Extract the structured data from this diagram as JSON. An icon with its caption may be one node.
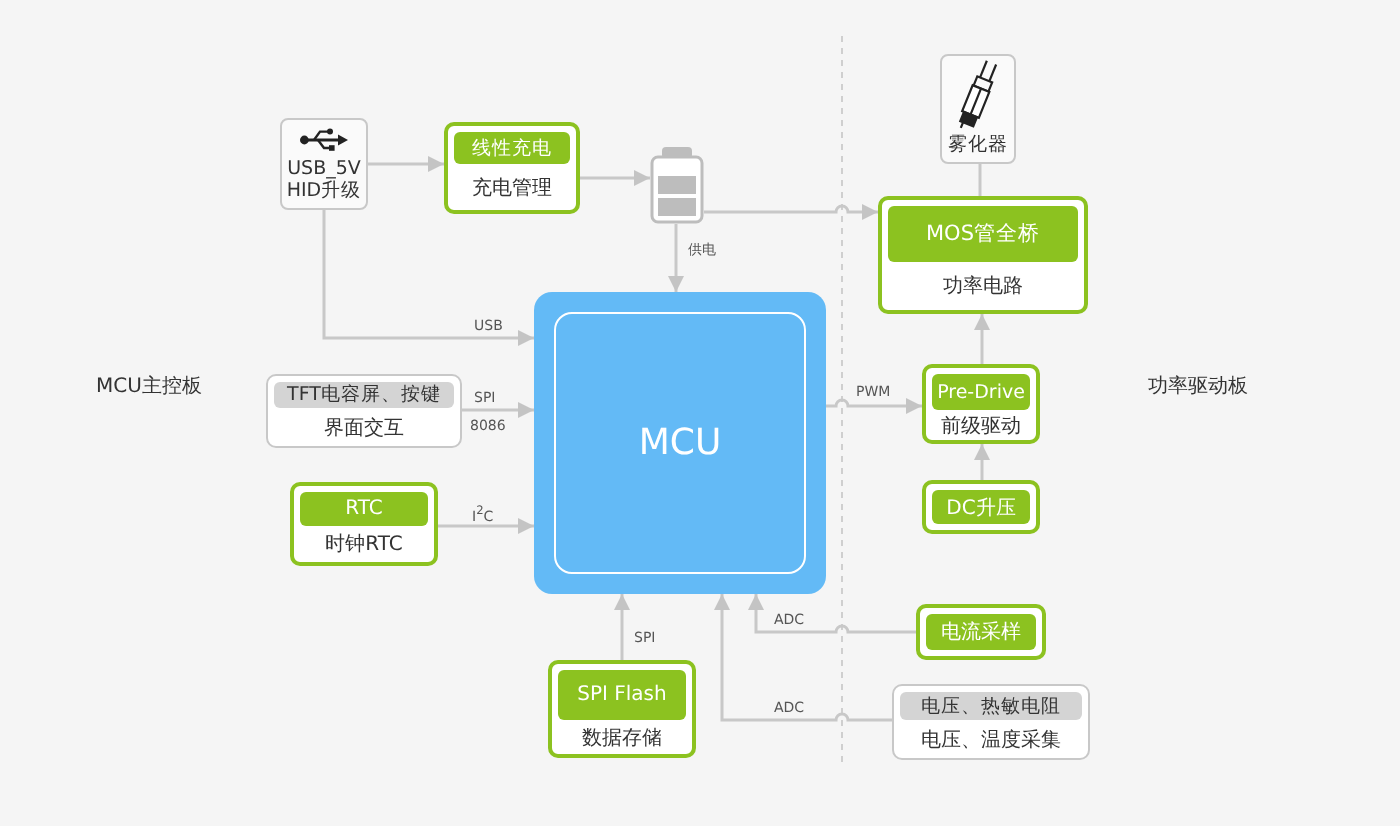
{
  "diagram": {
    "nodes": [
      {
        "text": [
          "USB_5V HID升级"
        ]
      },
      {
        "text": [
          "线性充电",
          "充电管理"
        ]
      },
      {
        "text": [],
        "shape": "picture"
      },
      {
        "text": [
          "雾化器"
        ]
      },
      {
        "text": [
          "MOS管全桥",
          "功率电路"
        ]
      },
      {
        "text": [
          "MCU"
        ]
      },
      {
        "text": [
          "TFT电容屏、按键",
          "界面交互"
        ]
      },
      {
        "text": [
          "RTC",
          "时钟RTC"
        ]
      },
      {
        "text": [
          "Pre-Drive",
          "前级驱动"
        ]
      },
      {
        "text": [
          "DC升压"
        ]
      },
      {
        "text": [
          "电流采样"
        ]
      },
      {
        "text": [
          "SPI Flash",
          "数据存储"
        ]
      },
      {
        "text": [
          "电压、热敏电阻",
          "电压、温度采集"
        ]
      }
    ],
    "edges": [
      {
        "from": 0,
        "to": 1,
        "arrow": "to"
      },
      {
        "from": 1,
        "to": 2,
        "arrow": "to"
      },
      {
        "from": 0,
        "to": 5,
        "arrow": "to",
        "label": "USB"
      },
      {
        "from": 2,
        "to": 5,
        "arrow": "to",
        "label": "供电"
      },
      {
        "from": 2,
        "to": 4,
        "arrow": "to"
      },
      {
        "from": 4,
        "to": 3,
        "arrow": "none"
      },
      {
        "from": 6,
        "to": 5,
        "arrow": "to",
        "label": "SPI"
      },
      {
        "from": 7,
        "to": 5,
        "arrow": "to",
        "label": "I$^{2}$C"
      },
      {
        "from": 5,
        "to": 8,
        "arrow": "to",
        "label": "PWM"
      },
      {
        "from": 8,
        "to": 4,
        "arrow": "to"
      },
      {
        "from": 9,
        "to": 8,
        "arrow": "to"
      },
      {
        "from": 10,
        "to": 5,
        "arrow": "to",
        "label": "ADC"
      },
      {
        "from": 11,
        "to": 5,
        "arrow": "to",
        "label": "SPI"
      },
      {
        "from": 12,
        "to": 5,
        "arrow": "to",
        "label": "ADC"
      }
    ],
    "labels": [
      "MCU主控板",
      "功率驱动板",
      "8086"
    ]
  }
}
